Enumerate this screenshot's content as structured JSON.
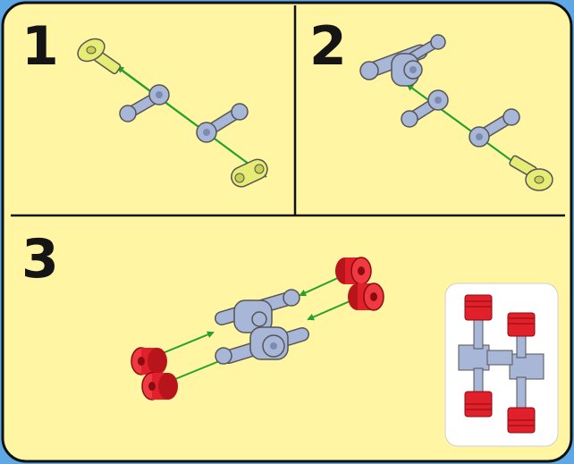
{
  "steps": [
    {
      "number": "1"
    },
    {
      "number": "2"
    },
    {
      "number": "3"
    }
  ],
  "colors": {
    "background": "#5fa8e6",
    "panel": "#fff5a3",
    "border": "#111111",
    "axle_part": "#e6ec74",
    "grey_part": "#a8b6d8",
    "piston": "#e0202a",
    "arrow": "#23a22e",
    "preview_panel": "#ffffff"
  },
  "icons": {
    "step1": [
      "axle-pin-icon",
      "connecting-rod-icon",
      "connecting-rod-icon",
      "crank-end-icon"
    ],
    "step2": [
      "crankshaft-assembly-icon",
      "connecting-rod-icon",
      "connecting-rod-icon",
      "axle-pin-icon"
    ],
    "step3": [
      "crankshaft-assembly-icon",
      "piston-icon",
      "piston-icon",
      "piston-icon",
      "piston-icon"
    ],
    "preview": [
      "finished-engine-preview-icon"
    ]
  }
}
